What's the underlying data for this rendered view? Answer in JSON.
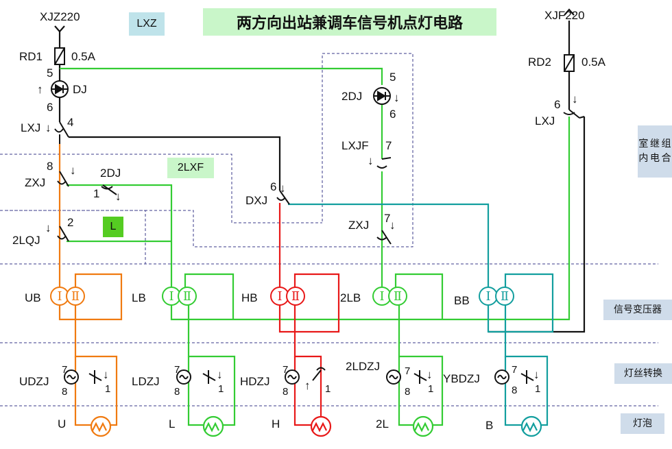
{
  "title": "两方向出站兼调车信号机点灯电路",
  "tags": {
    "lxz": "LXZ",
    "lxf2": "2LXF",
    "l": "L"
  },
  "power": {
    "left_source": "XJZ220",
    "right_source": "XJF220",
    "rd1": "RD1",
    "rd1_rating": "0.5A",
    "rd2": "RD2",
    "rd2_rating": "0.5A"
  },
  "relays": {
    "dj": "DJ",
    "dj2": "2DJ",
    "lxj_left": "LXJ",
    "lxj_right": "LXJ",
    "zxj_top": "ZXJ",
    "dj2_contact": "2DJ",
    "lqj2": "2LQJ",
    "dxj": "DXJ",
    "lxjf": "LXJF",
    "zxj_mid": "ZXJ"
  },
  "arrows": {
    "up": "↑",
    "down": "↓"
  },
  "contact_numbers": {
    "dj_top": "5",
    "dj_bot": "6",
    "lxj_4": "4",
    "zxj_8": "8",
    "dj2c_1": "1",
    "lqj_2": "2",
    "dj2_top": "5",
    "dj2_bot": "6",
    "lxjf_7": "7",
    "dxj_6": "6",
    "zxj_7": "7",
    "lxjr_6": "6"
  },
  "transformers": [
    {
      "name": "UB",
      "p": "Ⅰ",
      "s": "Ⅱ",
      "color": "#f07a10"
    },
    {
      "name": "LB",
      "p": "Ⅰ",
      "s": "Ⅱ",
      "color": "#33cc33"
    },
    {
      "name": "HB",
      "p": "Ⅰ",
      "s": "Ⅱ",
      "color": "#e81818"
    },
    {
      "name": "2LB",
      "p": "Ⅰ",
      "s": "Ⅱ",
      "color": "#33cc33"
    },
    {
      "name": "BB",
      "p": "Ⅰ",
      "s": "Ⅱ",
      "color": "#129e9e"
    }
  ],
  "filament_relays": [
    {
      "name": "UDZJ",
      "n7": "7",
      "n8": "8",
      "n1": "1",
      "arrow": "↓"
    },
    {
      "name": "LDZJ",
      "n7": "7",
      "n8": "8",
      "n1": "1",
      "arrow": "↓"
    },
    {
      "name": "HDZJ",
      "n7": "7",
      "n8": "8",
      "n1": "1",
      "arrow": "↑"
    },
    {
      "name": "2LDZJ",
      "n7": "7",
      "n8": "8",
      "n1": "1",
      "arrow": "↓"
    },
    {
      "name": "YBDZJ",
      "n7": "7",
      "n8": "8",
      "n1": "1",
      "arrow": "↓"
    }
  ],
  "lamps": [
    {
      "name": "U"
    },
    {
      "name": "L"
    },
    {
      "name": "H"
    },
    {
      "name": "2L"
    },
    {
      "name": "B"
    }
  ],
  "sections": {
    "indoor": "室内继电组合",
    "indoor_lines": [
      "室内",
      "继电",
      "组合"
    ],
    "transformer": "信号变压器",
    "filament": "灯丝转换",
    "bulb": "灯泡"
  },
  "colors": {
    "orange": "#f07a10",
    "green": "#33cc33",
    "red": "#e81818",
    "teal": "#129e9e",
    "black": "#111111",
    "dash": "#3a3a8a",
    "side_bg": "#cfdcea",
    "title_bg": "#c9f6c9"
  }
}
